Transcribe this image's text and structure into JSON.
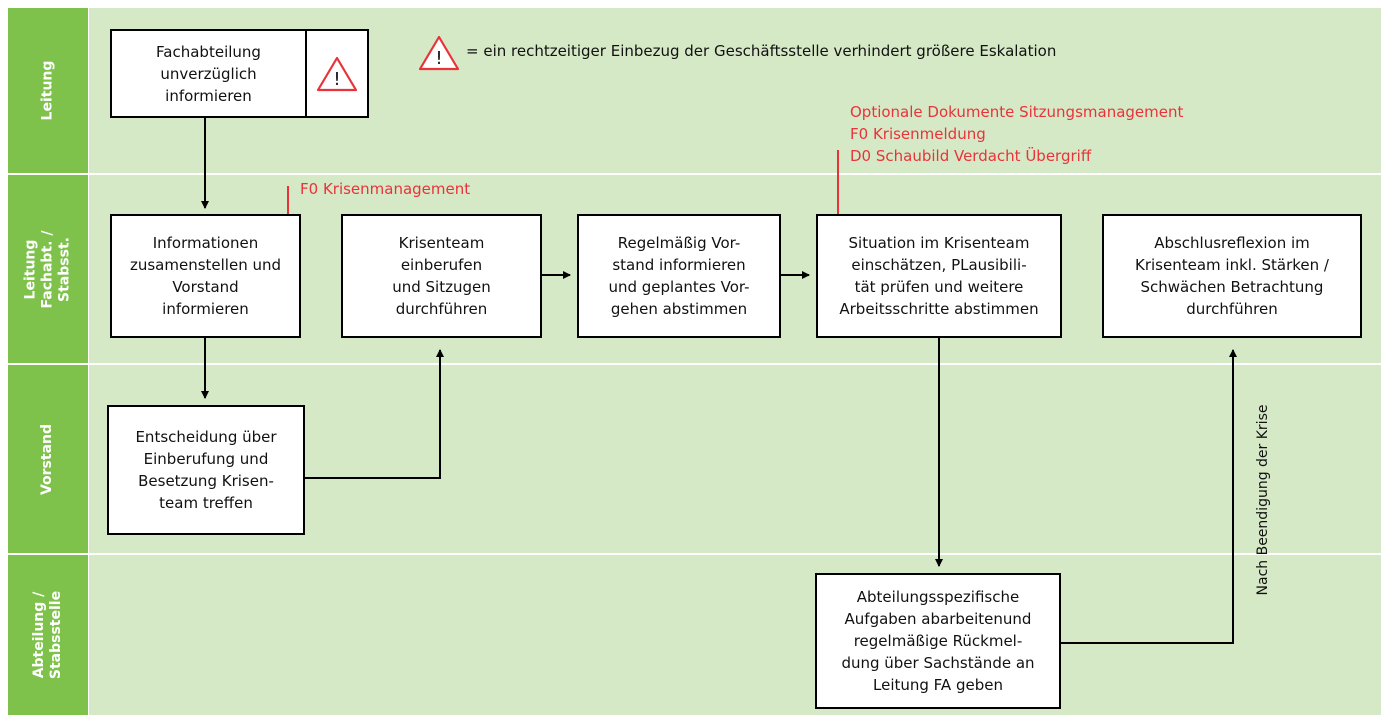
{
  "lanes": [
    {
      "label": "Leitung"
    },
    {
      "label": "Leitung\nFachabt. / Stabsst."
    },
    {
      "label": "Vorstand"
    },
    {
      "label": "Abteilung /\nStabsstelle"
    }
  ],
  "legend": {
    "warning_icon": "warning-triangle-icon",
    "text": "= ein rechtzeitiger Einbezug der Geschäftsstelle verhindert größere Eskalation"
  },
  "steps": {
    "fachabteilung": "Fachabteilung\nunverzüglich\ninformieren",
    "informationen": "Informationen\nzusamenstellen und\nVorstand\ninformieren",
    "entscheidung": "Entscheidung über\nEinberufung und\nBesetzung Krisen-\nteam treffen",
    "krisenteam": "Krisenteam\neinberufen\nund Sitzugen\ndurchführen",
    "regelmaessig": "Regelmäßig Vor-\nstand informieren\nund geplantes Vor-\ngehen abstimmen",
    "situation": "Situation im Krisenteam\neinschätzen, PLausibili-\ntät prüfen und weitere\nArbeitsschritte abstimmen",
    "abschluss": "Abschlusreflexion im\nKrisenteam inkl. Stärken /\nSchwächen Betrachtung\ndurchführen",
    "abteilungsspezifisch": "Abteilungsspezifische\nAufgaben abarbeitenund\nregelmäßige Rückmel-\ndung über Sachstände an\nLeitung FA geben"
  },
  "documents": {
    "krisenmanagement": "F0 Krisenmanagement",
    "optional": [
      "Optionale Dokumente Sitzungsmanagement",
      "F0 Krisenmeldung",
      "D0 Schaubild Verdacht Übergriff"
    ]
  },
  "edge_labels": {
    "nach_beendigung": "Nach Beendigung der Krise"
  },
  "colors": {
    "lane_header": "#7ec24b",
    "lane_body": "#d6e9c6",
    "document_text": "#e8333a",
    "warning": "#e8333a"
  }
}
